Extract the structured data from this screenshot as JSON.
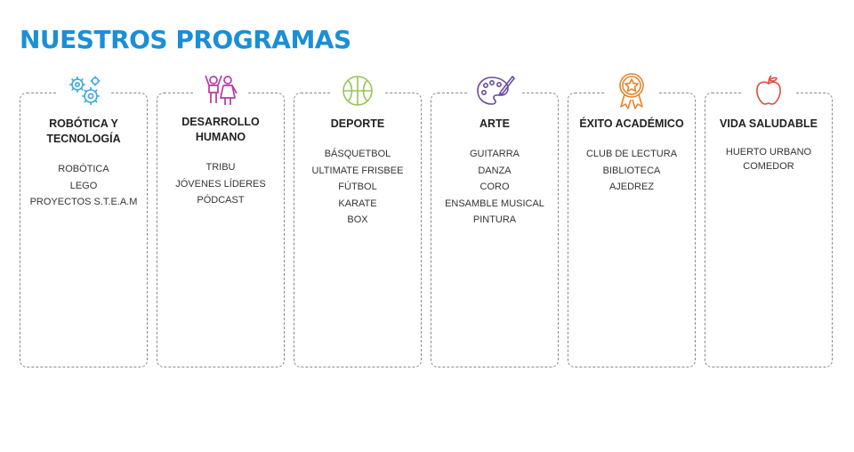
{
  "page": {
    "title": "NUESTROS PROGRAMAS"
  },
  "programs": [
    {
      "title": "ROBÓTICA Y TECNOLOGÍA",
      "icon": "gears-icon",
      "color": "#3aa9e0",
      "items": [
        "ROBÓTICA",
        "LEGO",
        "PROYECTOS S.T.E.A.M"
      ]
    },
    {
      "title": "DESARROLLO HUMANO",
      "icon": "people-icon",
      "color": "#b23aa8",
      "items": [
        "TRIBU",
        "JÓVENES LÍDERES",
        "PÓDCAST"
      ]
    },
    {
      "title": "DEPORTE",
      "icon": "basketball-icon",
      "color": "#9ac35a",
      "items": [
        "BÁSQUETBOL",
        "ULTIMATE FRISBEE",
        "FÚTBOL",
        "KARATE",
        "BOX"
      ]
    },
    {
      "title": "ARTE",
      "icon": "palette-icon",
      "color": "#6a4c9c",
      "items": [
        "GUITARRA",
        "DANZA",
        "CORO",
        "ENSAMBLE MUSICAL",
        "PINTURA"
      ]
    },
    {
      "title": "ÉXITO ACADÉMICO",
      "icon": "award-medal-icon",
      "color": "#e8832a",
      "items": [
        "CLUB DE LECTURA",
        "BIBLIOTECA",
        "AJEDREZ"
      ]
    },
    {
      "title": "VIDA SALUDABLE",
      "icon": "apple-icon",
      "color": "#e24a3b",
      "items": [
        "HUERTO URBANO",
        "COMEDOR"
      ]
    }
  ]
}
